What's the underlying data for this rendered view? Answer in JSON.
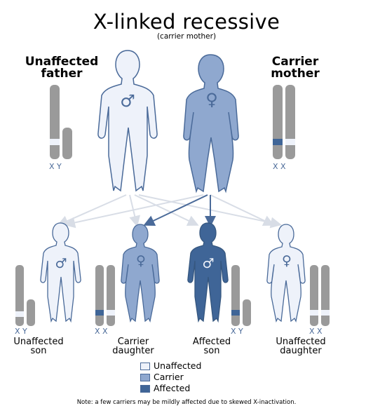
{
  "title": "X-linked recessive",
  "subtitle": "(carrier mother)",
  "parents": {
    "father_label": "Unaffected father",
    "mother_label": "Carrier mother",
    "father_chromosomes": "X Y",
    "mother_chromosomes": "X X"
  },
  "children": [
    {
      "label": "Unaffected son",
      "chromosomes": "X Y",
      "status": "Unaffected"
    },
    {
      "label": "Carrier daughter",
      "chromosomes": "X X",
      "status": "Carrier"
    },
    {
      "label": "Affected son",
      "chromosomes": "X Y",
      "status": "Affected"
    },
    {
      "label": "Unaffected daughter",
      "chromosomes": "X X",
      "status": "Unaffected"
    }
  ],
  "legend": {
    "unaffected": "Unaffected",
    "carrier": "Carrier",
    "affected": "Affected"
  },
  "colors": {
    "unaffected": "#eef2fa",
    "carrier": "#8fa8cf",
    "affected": "#3f6597",
    "chromosome": "#9a9a9a",
    "outline": "#4a6a99"
  },
  "note": "Note: a few carriers may be mildly affected due to skewed X-inactivation."
}
